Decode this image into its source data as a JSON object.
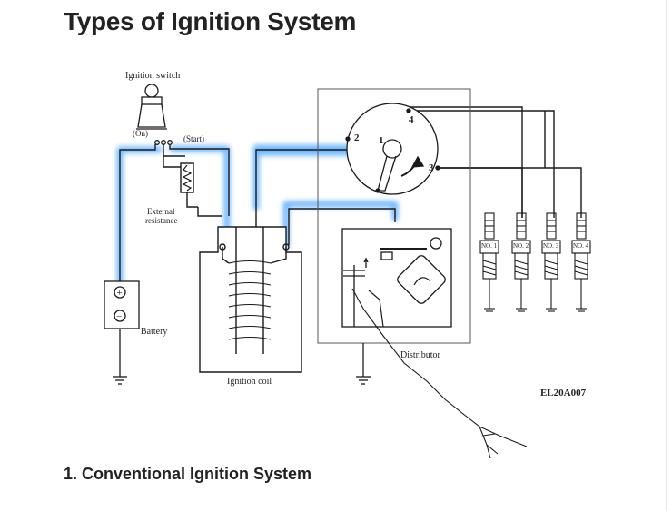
{
  "page": {
    "title": "Types of Ignition System",
    "section_heading": "1. Conventional Ignition System"
  },
  "diagram": {
    "labels": {
      "ignition_switch": "Ignition switch",
      "on": "(On)",
      "start": "(Start)",
      "external_resistance_1": "External",
      "external_resistance_2": "resistance",
      "battery": "Battery",
      "ignition_coil": "Ignition coil",
      "distributor": "Distributor",
      "code": "EL20A007",
      "battery_plus": "+",
      "battery_minus": "−"
    },
    "rotor_terminals": [
      "1",
      "2",
      "3",
      "4"
    ],
    "spark_plugs": [
      "NO. 1",
      "NO. 2",
      "NO. 3",
      "NO. 4"
    ],
    "colors": {
      "wire": "#1a1a1a",
      "highlight": "#3fa0ff"
    }
  }
}
